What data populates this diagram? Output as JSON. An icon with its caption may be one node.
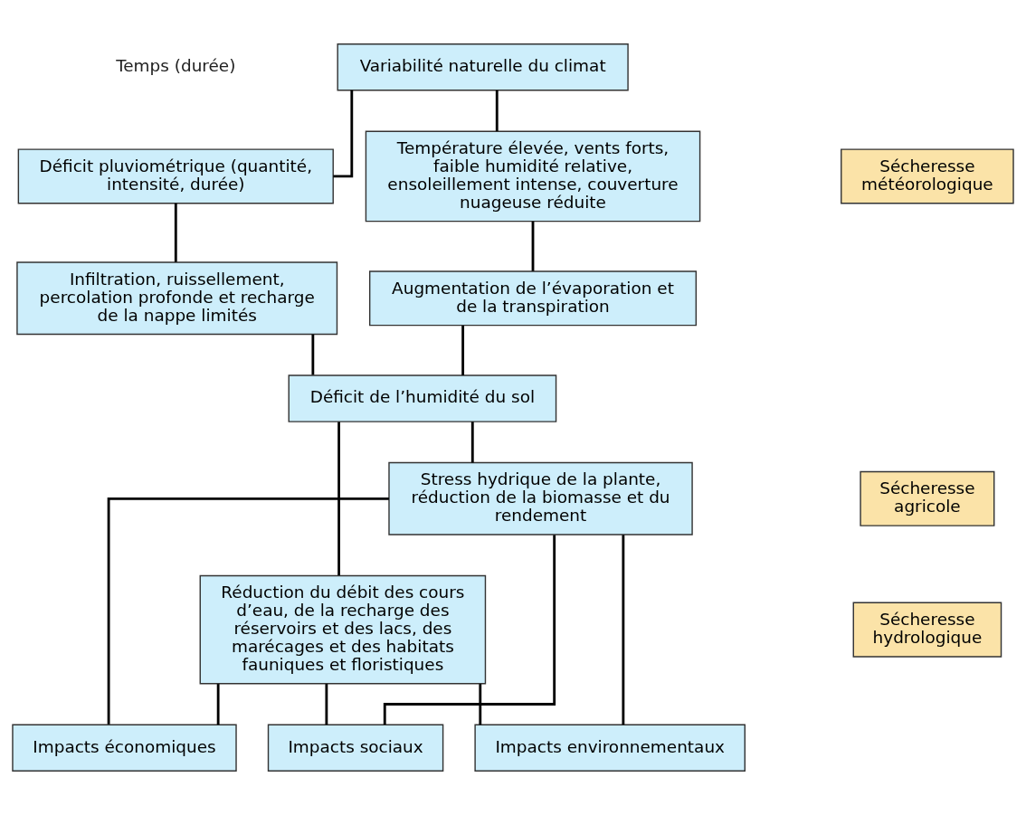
{
  "diagram": {
    "nodes": [
      {
        "text": [
          "Variabilité naturelle du climat"
        ]
      },
      {
        "text": [
          "Déficit pluviométrique (quantité, intensité, durée)"
        ]
      },
      {
        "text": [
          "Température élevée, vents forts, faible humidité relative, ensoleillement intense, couverture nuageuse réduite"
        ]
      },
      {
        "text": [
          "Infiltration, ruissellement, percolation profonde et recharge de la nappe limités"
        ]
      },
      {
        "text": [
          "Augmentation de l’évaporation et de la transpiration"
        ]
      },
      {
        "text": [
          "Déficit de l’humidité du sol"
        ]
      },
      {
        "text": [
          "Stress hydrique de la plante, réduction de la biomasse et du rendement"
        ]
      },
      {
        "text": [
          "Réduction du débit des cours d’eau, de la recharge des réservoirs et des lacs, des marécages et des habitats fauniques et floristiques"
        ]
      },
      {
        "text": [
          "Impacts économiques"
        ]
      },
      {
        "text": [
          "Impacts sociaux"
        ]
      },
      {
        "text": [
          "Impacts environnementaux"
        ]
      },
      {
        "text": [
          "Sécheresse météorologique"
        ]
      },
      {
        "text": [
          "Sécheresse agricole"
        ]
      },
      {
        "text": [
          "Sécheresse hydrologique"
        ]
      }
    ],
    "edges": [
      {
        "from": 0,
        "to": 1,
        "arrow": "none"
      },
      {
        "from": 0,
        "to": 2,
        "arrow": "none"
      },
      {
        "from": 1,
        "to": 3,
        "arrow": "none"
      },
      {
        "from": 2,
        "to": 4,
        "arrow": "none"
      },
      {
        "from": 3,
        "to": 5,
        "arrow": "none"
      },
      {
        "from": 4,
        "to": 5,
        "arrow": "none"
      },
      {
        "from": 5,
        "to": 7,
        "arrow": "none"
      },
      {
        "from": 5,
        "to": 6,
        "arrow": "none"
      },
      {
        "from": 7,
        "to": 8,
        "arrow": "none"
      },
      {
        "from": 7,
        "to": 9,
        "arrow": "none"
      },
      {
        "from": 7,
        "to": 10,
        "arrow": "none"
      },
      {
        "from": 6,
        "to": 8,
        "arrow": "none"
      },
      {
        "from": 6,
        "to": 9,
        "arrow": "none"
      },
      {
        "from": 6,
        "to": 10,
        "arrow": "none"
      }
    ],
    "labels": [
      "Temps (durée)"
    ]
  }
}
